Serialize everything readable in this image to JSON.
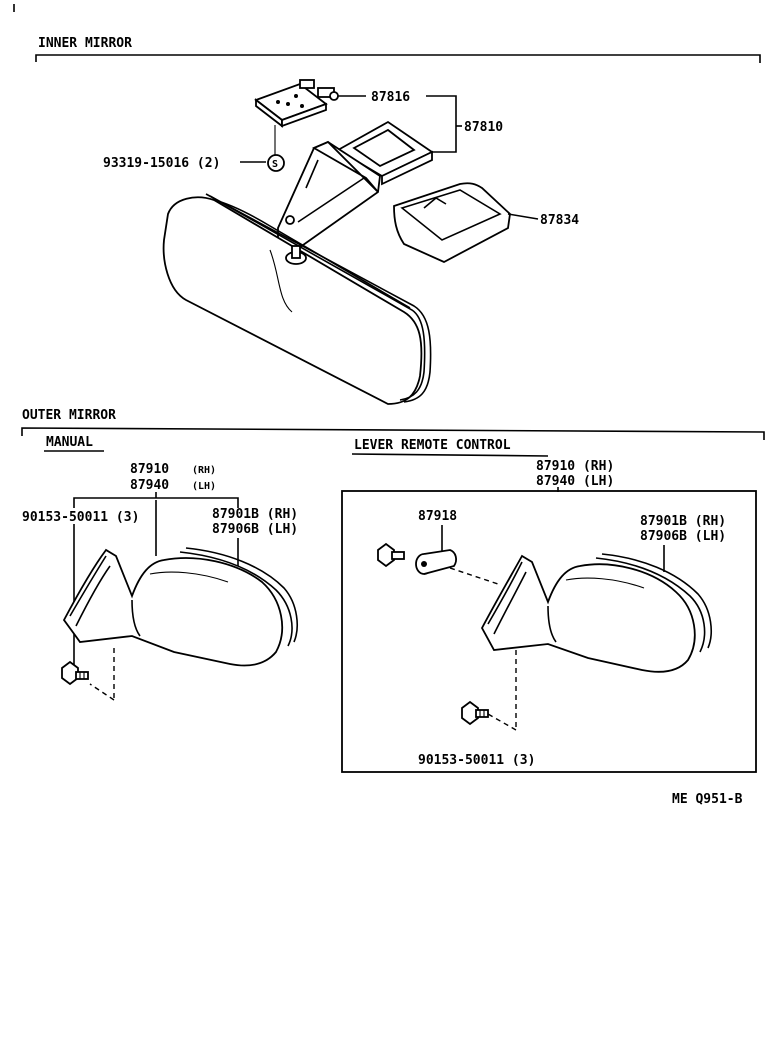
{
  "sections": {
    "inner_mirror": "INNER MIRROR",
    "outer_mirror": "OUTER MIRROR",
    "manual": "MANUAL",
    "lever_remote": "LEVER REMOTE CONTROL"
  },
  "inner_labels": {
    "p87816": "87816",
    "p87810": "87810",
    "p93319": "93319-15016 (2)",
    "p87834": "87834"
  },
  "manual_labels": {
    "m87910": "87910",
    "m87910_side": "(RH)",
    "m87940": "87940",
    "m87940_side": "(LH)",
    "m90153": "90153-50011 (3)",
    "m87901": "87901B (RH)",
    "m87906": "87906B (LH)"
  },
  "remote_labels": {
    "r87910": "87910 (RH)",
    "r87940": "87940 (LH)",
    "r87918": "87918",
    "r87901": "87901B (RH)",
    "r87906": "87906B (LH)",
    "r90153": "90153-50011 (3)"
  },
  "figure_code": "ME Q951-B"
}
